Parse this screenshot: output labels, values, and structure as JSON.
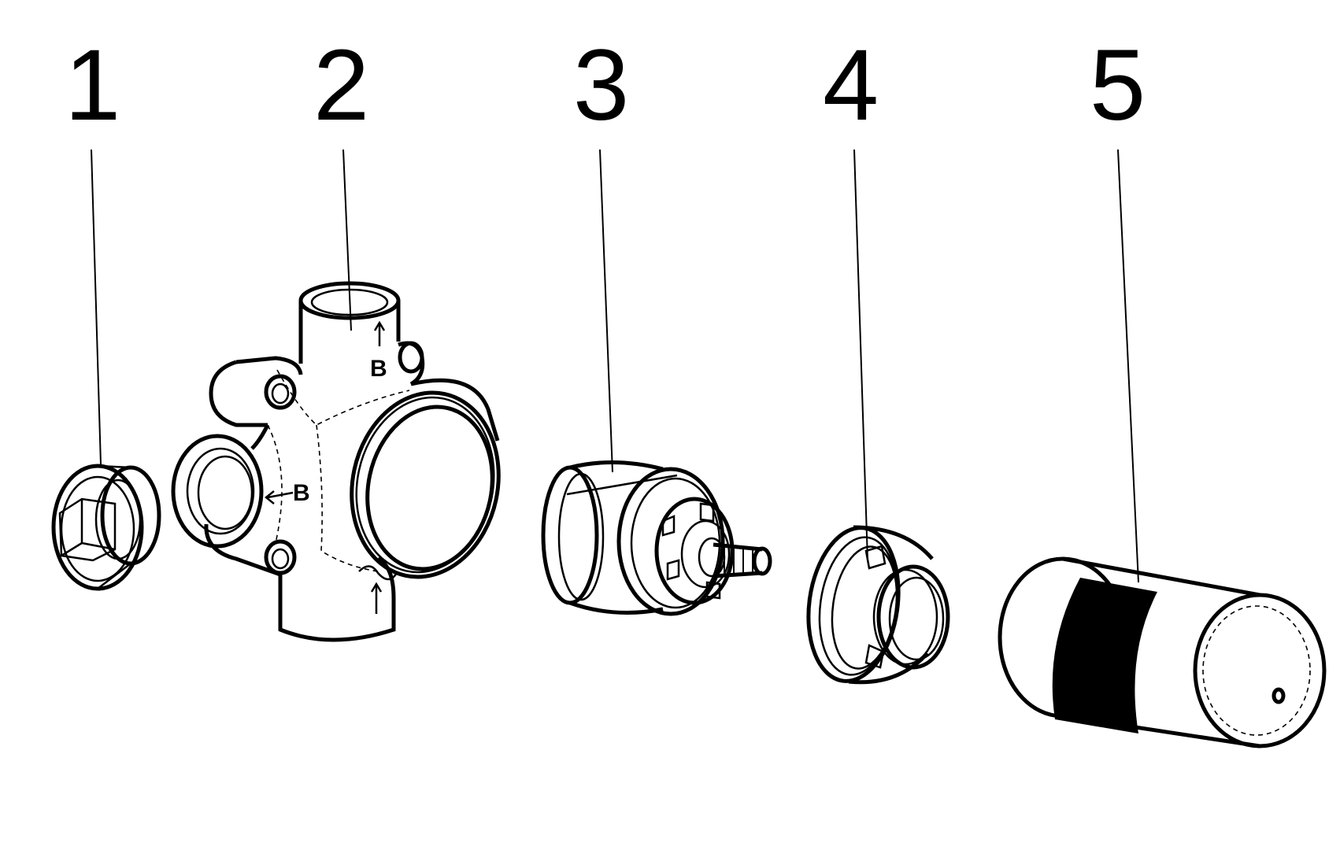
{
  "callouts": [
    {
      "label": "1"
    },
    {
      "label": "2"
    },
    {
      "label": "3"
    },
    {
      "label": "4"
    },
    {
      "label": "5"
    }
  ],
  "body_markings": {
    "top_port": "B",
    "side_port": "B"
  },
  "colors": {
    "line": "#000000",
    "background": "#ffffff"
  }
}
